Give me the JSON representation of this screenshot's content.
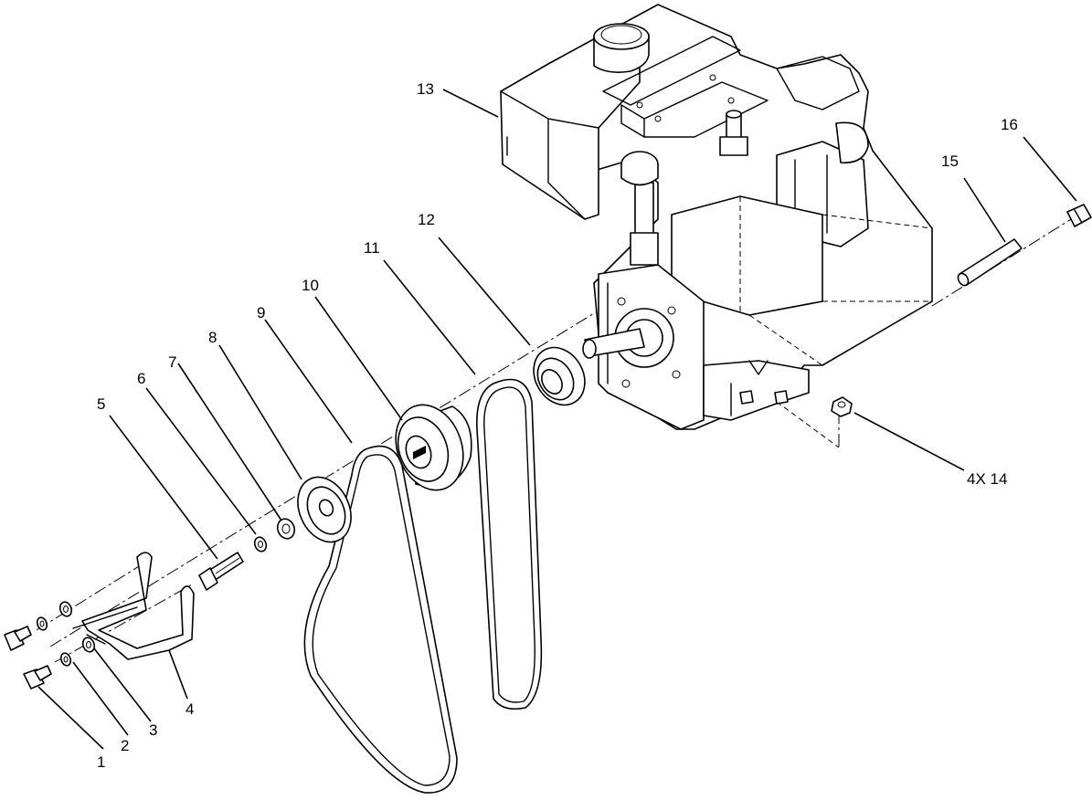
{
  "callouts": [
    {
      "id": "1",
      "text": "1"
    },
    {
      "id": "2",
      "text": "2"
    },
    {
      "id": "3",
      "text": "3"
    },
    {
      "id": "4",
      "text": "4"
    },
    {
      "id": "5",
      "text": "5"
    },
    {
      "id": "6",
      "text": "6"
    },
    {
      "id": "7",
      "text": "7"
    },
    {
      "id": "8",
      "text": "8"
    },
    {
      "id": "9",
      "text": "9"
    },
    {
      "id": "10",
      "text": "10"
    },
    {
      "id": "11",
      "text": "11"
    },
    {
      "id": "12",
      "text": "12"
    },
    {
      "id": "13",
      "text": "13"
    },
    {
      "id": "14",
      "text": "4X 14"
    },
    {
      "id": "15",
      "text": "15"
    },
    {
      "id": "16",
      "text": "16"
    }
  ]
}
